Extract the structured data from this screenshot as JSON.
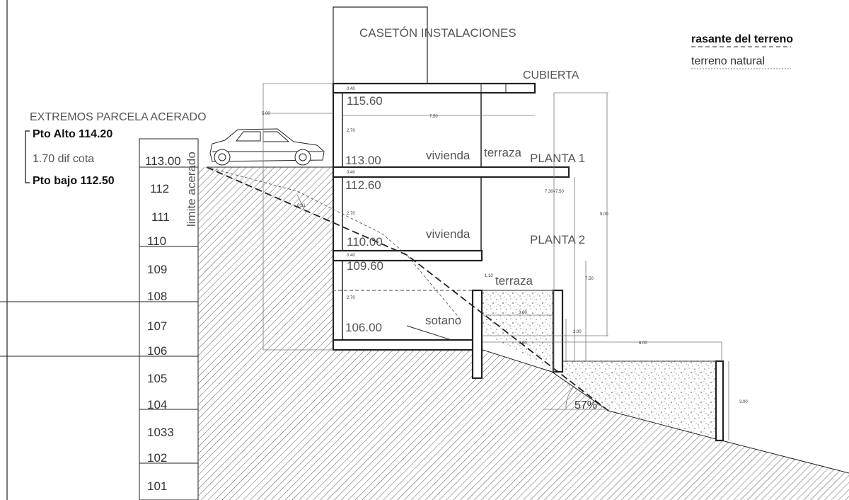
{
  "title": "CASETÓN INSTALACIONES",
  "legend": {
    "rasante": "rasante del terreno",
    "natural": "terreno natural"
  },
  "left_notes": {
    "extremos": "EXTREMOS PARCELA ACERADO",
    "pto_alto": "Pto Alto 114.20",
    "dif_cota": "1.70 dif cota",
    "pto_bajo": "Pto bajo 112.50",
    "limite": "limite acerado"
  },
  "scale_labels": [
    "113.00",
    "112",
    "111",
    "110",
    "109",
    "108",
    "107",
    "106",
    "105",
    "104",
    "1033",
    "102",
    "101"
  ],
  "levels": {
    "l115": "115.60",
    "l113": "113.00",
    "l112": "112.60",
    "l110": "110.00",
    "l109": "109.60",
    "l106": "106.00"
  },
  "rooms": {
    "cubierta": "CUBIERTA",
    "vivienda1": "vivienda",
    "terraza1": "terraza",
    "planta1": "PLANTA 1",
    "vivienda2": "vivienda",
    "planta2": "PLANTA 2",
    "terraza2": "terraza",
    "sotano": "sotano"
  },
  "dims": {
    "d040a": "0.40",
    "d500": "5.00",
    "d750": "7.50",
    "d270a": "2.70",
    "d040b": "0.40",
    "d730": "7.30<7.50",
    "d900": "9.00",
    "d270b": "2.70",
    "d040c": "0.40",
    "d110": "1.10",
    "d750b": "7.50",
    "d270c": "2.70",
    "d300a": "3.00",
    "d300b": "3.00",
    "d300c": "3.00",
    "d600": "6.00",
    "d300d": "3.00",
    "d081": "0.81"
  },
  "slope": "57%"
}
